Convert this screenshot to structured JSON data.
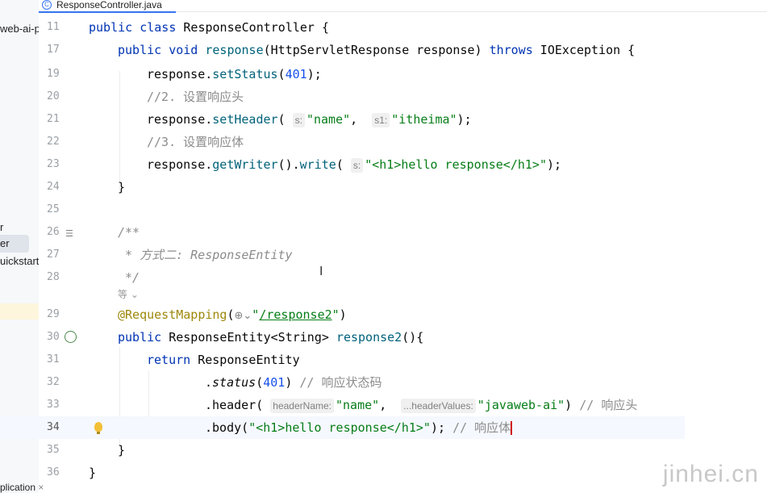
{
  "tab": {
    "file_name": "ResponseController.java",
    "icon_letter": "C"
  },
  "project_panel": {
    "items": [
      "web-ai-p",
      "r",
      "er",
      "uickstart"
    ],
    "bottom": "plication"
  },
  "lines": [
    {
      "n": "11"
    },
    {
      "n": "17"
    },
    {
      "n": "19"
    },
    {
      "n": "20"
    },
    {
      "n": "21"
    },
    {
      "n": "22"
    },
    {
      "n": "23"
    },
    {
      "n": "24"
    },
    {
      "n": "25"
    },
    {
      "n": "26"
    },
    {
      "n": "27"
    },
    {
      "n": "28"
    },
    {
      "n": ""
    },
    {
      "n": "29"
    },
    {
      "n": "30"
    },
    {
      "n": "31"
    },
    {
      "n": "32"
    },
    {
      "n": "33"
    },
    {
      "n": "34"
    },
    {
      "n": "35"
    },
    {
      "n": "36"
    }
  ],
  "code": {
    "l11": {
      "kw": "public class",
      "name": " ResponseController {"
    },
    "l17": {
      "kw1": "public void",
      "fn": " response",
      "p1": "(HttpServletResponse response) ",
      "kw2": "throws",
      "p2": " IOException {"
    },
    "l19": {
      "a": "response.",
      "fn": "setStatus",
      "b": "(",
      "num": "401",
      "c": ");"
    },
    "l20": {
      "cm": "//2. 设置响应头"
    },
    "l21": {
      "a": "response.",
      "fn": "setHeader",
      "b": "( ",
      "hint1": "s:",
      "str1": "\"name\"",
      "c": ",  ",
      "hint2": "s1:",
      "str2": "\"itheima\"",
      "d": ");"
    },
    "l22": {
      "cm": "//3. 设置响应体"
    },
    "l23": {
      "a": "response.",
      "fn1": "getWriter",
      "b": "().",
      "fn2": "write",
      "c": "( ",
      "hint": "s:",
      "str": "\"<h1>hello response</h1>\"",
      "d": ");"
    },
    "l24": {
      "a": "}"
    },
    "l26": {
      "doc": "/**"
    },
    "l27": {
      "doc": " * 方式二: ResponseEntity"
    },
    "l28": {
      "doc": " */"
    },
    "l28b": {
      "hint": "等 ⌄"
    },
    "l29": {
      "ann": "@RequestMapping",
      "a": "(",
      "globe": "⊕⌄",
      "q1": "\"",
      "url": "/response2",
      "q2": "\"",
      "b": ")"
    },
    "l30": {
      "kw": "public",
      "a": " ResponseEntity<String> ",
      "fn": "response2",
      "b": "(){"
    },
    "l31": {
      "kw": "return",
      "a": " ResponseEntity"
    },
    "l32": {
      "a": ".",
      "fn": "status",
      "b": "(",
      "num": "401",
      "c": ") ",
      "cm": "// 响应状态码"
    },
    "l33": {
      "a": ".",
      "fn": "header",
      "b": "( ",
      "hint1": "headerName:",
      "str1": "\"name\"",
      "c": ",  ",
      "hint2": "...headerValues:",
      "str2": "\"javaweb-ai\"",
      "d": ") ",
      "cm": "// 响应头"
    },
    "l34": {
      "a": ".",
      "fn": "body",
      "b": "(",
      "str": "\"<h1>hello response</h1>\"",
      "c": "); ",
      "cm": "// 响应体"
    },
    "l35": {
      "a": "}"
    },
    "l36": {
      "a": "}"
    }
  },
  "watermark": "jinhei.cn"
}
